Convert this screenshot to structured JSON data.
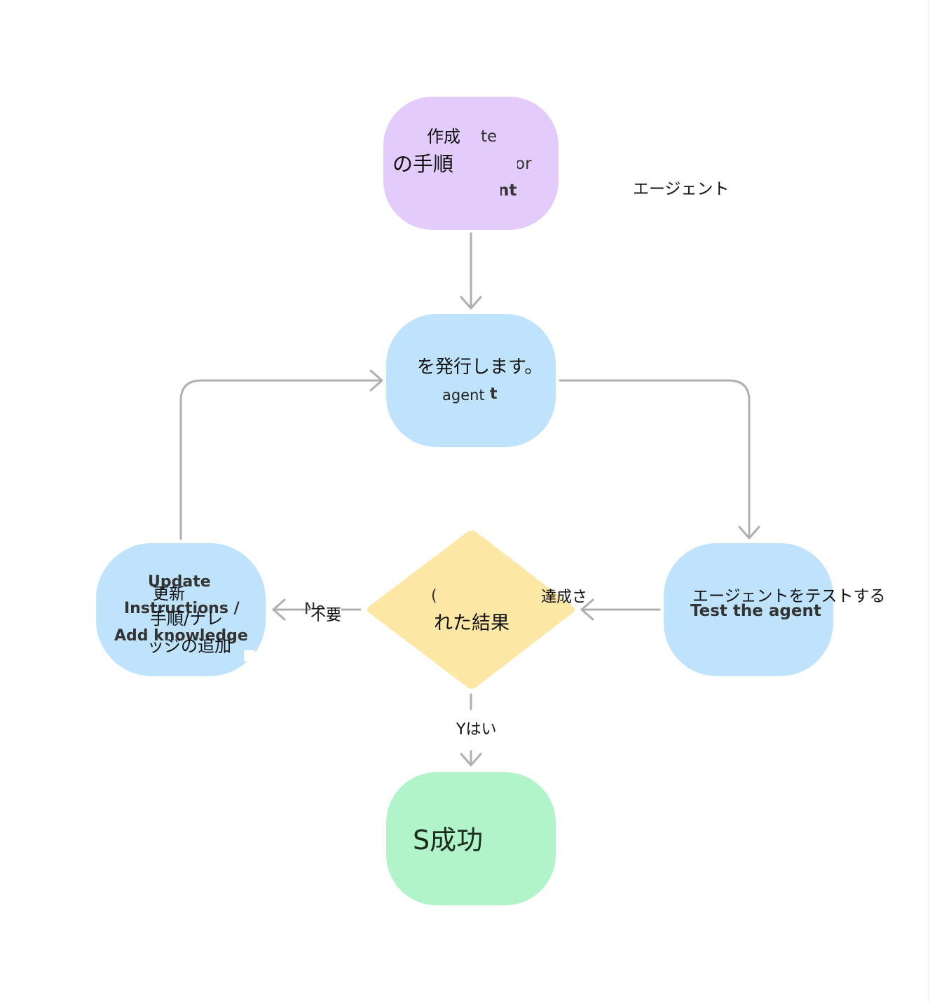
{
  "nodes": {
    "create": {
      "ja_line1": "作成",
      "ja_line2": "の手順",
      "en_frag1": "te",
      "en_frag2": "or",
      "en_frag3": "nt",
      "side_label": "エージェント",
      "color": "#e3ccfc"
    },
    "publish": {
      "ja": "を発行します。",
      "en": "agent",
      "en_frag": "t",
      "color": "#bfe3fd"
    },
    "test": {
      "ja": "エージェントをテストする",
      "en": "Test the agent",
      "color": "#bfe3fd"
    },
    "decision": {
      "ja_line1": "達成さ",
      "ja_line2": "れた結果",
      "en_frag": "(",
      "color": "#fde7a5"
    },
    "update": {
      "en_line1": "Update",
      "en_line2": "Instructions /",
      "en_line3": "Add knowledge",
      "ja_line1": "更新",
      "ja_line2": "手順/ナレ",
      "ja_line3": "ッジの追加",
      "color": "#bfe3fd"
    },
    "success": {
      "text": "S成功",
      "color": "#b1f4c9"
    }
  },
  "edges": {
    "no_en": "No",
    "no_ja": "不要",
    "yes": "Yはい",
    "color": "#b0b0b0"
  }
}
